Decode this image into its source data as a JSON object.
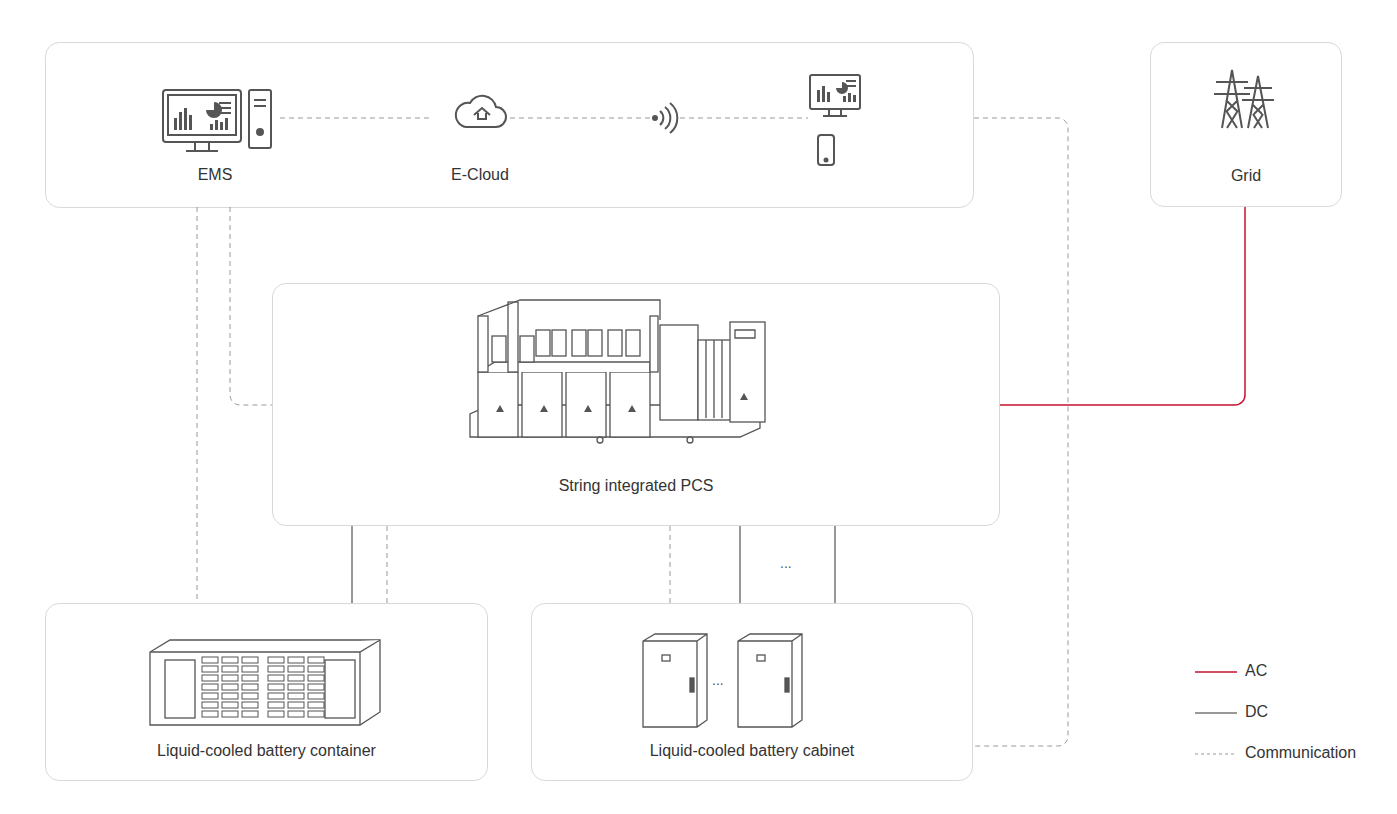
{
  "diagram": {
    "nodes": [
      {
        "text": [
          "EMS"
        ]
      },
      {
        "text": [
          "E-Cloud"
        ]
      },
      {
        "text": [
          "Grid"
        ]
      },
      {
        "text": [
          "String integrated PCS"
        ]
      },
      {
        "text": [
          "Liquid-cooled battery container"
        ]
      },
      {
        "text": [
          "Liquid-cooled battery cabinet"
        ]
      }
    ],
    "edges": [
      {
        "from": 0,
        "to": 1,
        "arrow": "none"
      },
      {
        "from": 0,
        "to": 3,
        "arrow": "none"
      },
      {
        "from": 0,
        "to": 4,
        "arrow": "none"
      },
      {
        "from": 2,
        "to": 3,
        "arrow": "none"
      },
      {
        "from": 3,
        "to": 4,
        "arrow": "none"
      },
      {
        "from": 3,
        "to": 4,
        "arrow": "none"
      },
      {
        "from": 3,
        "to": 5,
        "arrow": "none"
      },
      {
        "from": 3,
        "to": 5,
        "arrow": "none"
      }
    ],
    "labels": [
      "...",
      "..."
    ],
    "legend": [
      {
        "text": "AC"
      },
      {
        "text": "DC"
      },
      {
        "text": "Communication"
      }
    ]
  }
}
